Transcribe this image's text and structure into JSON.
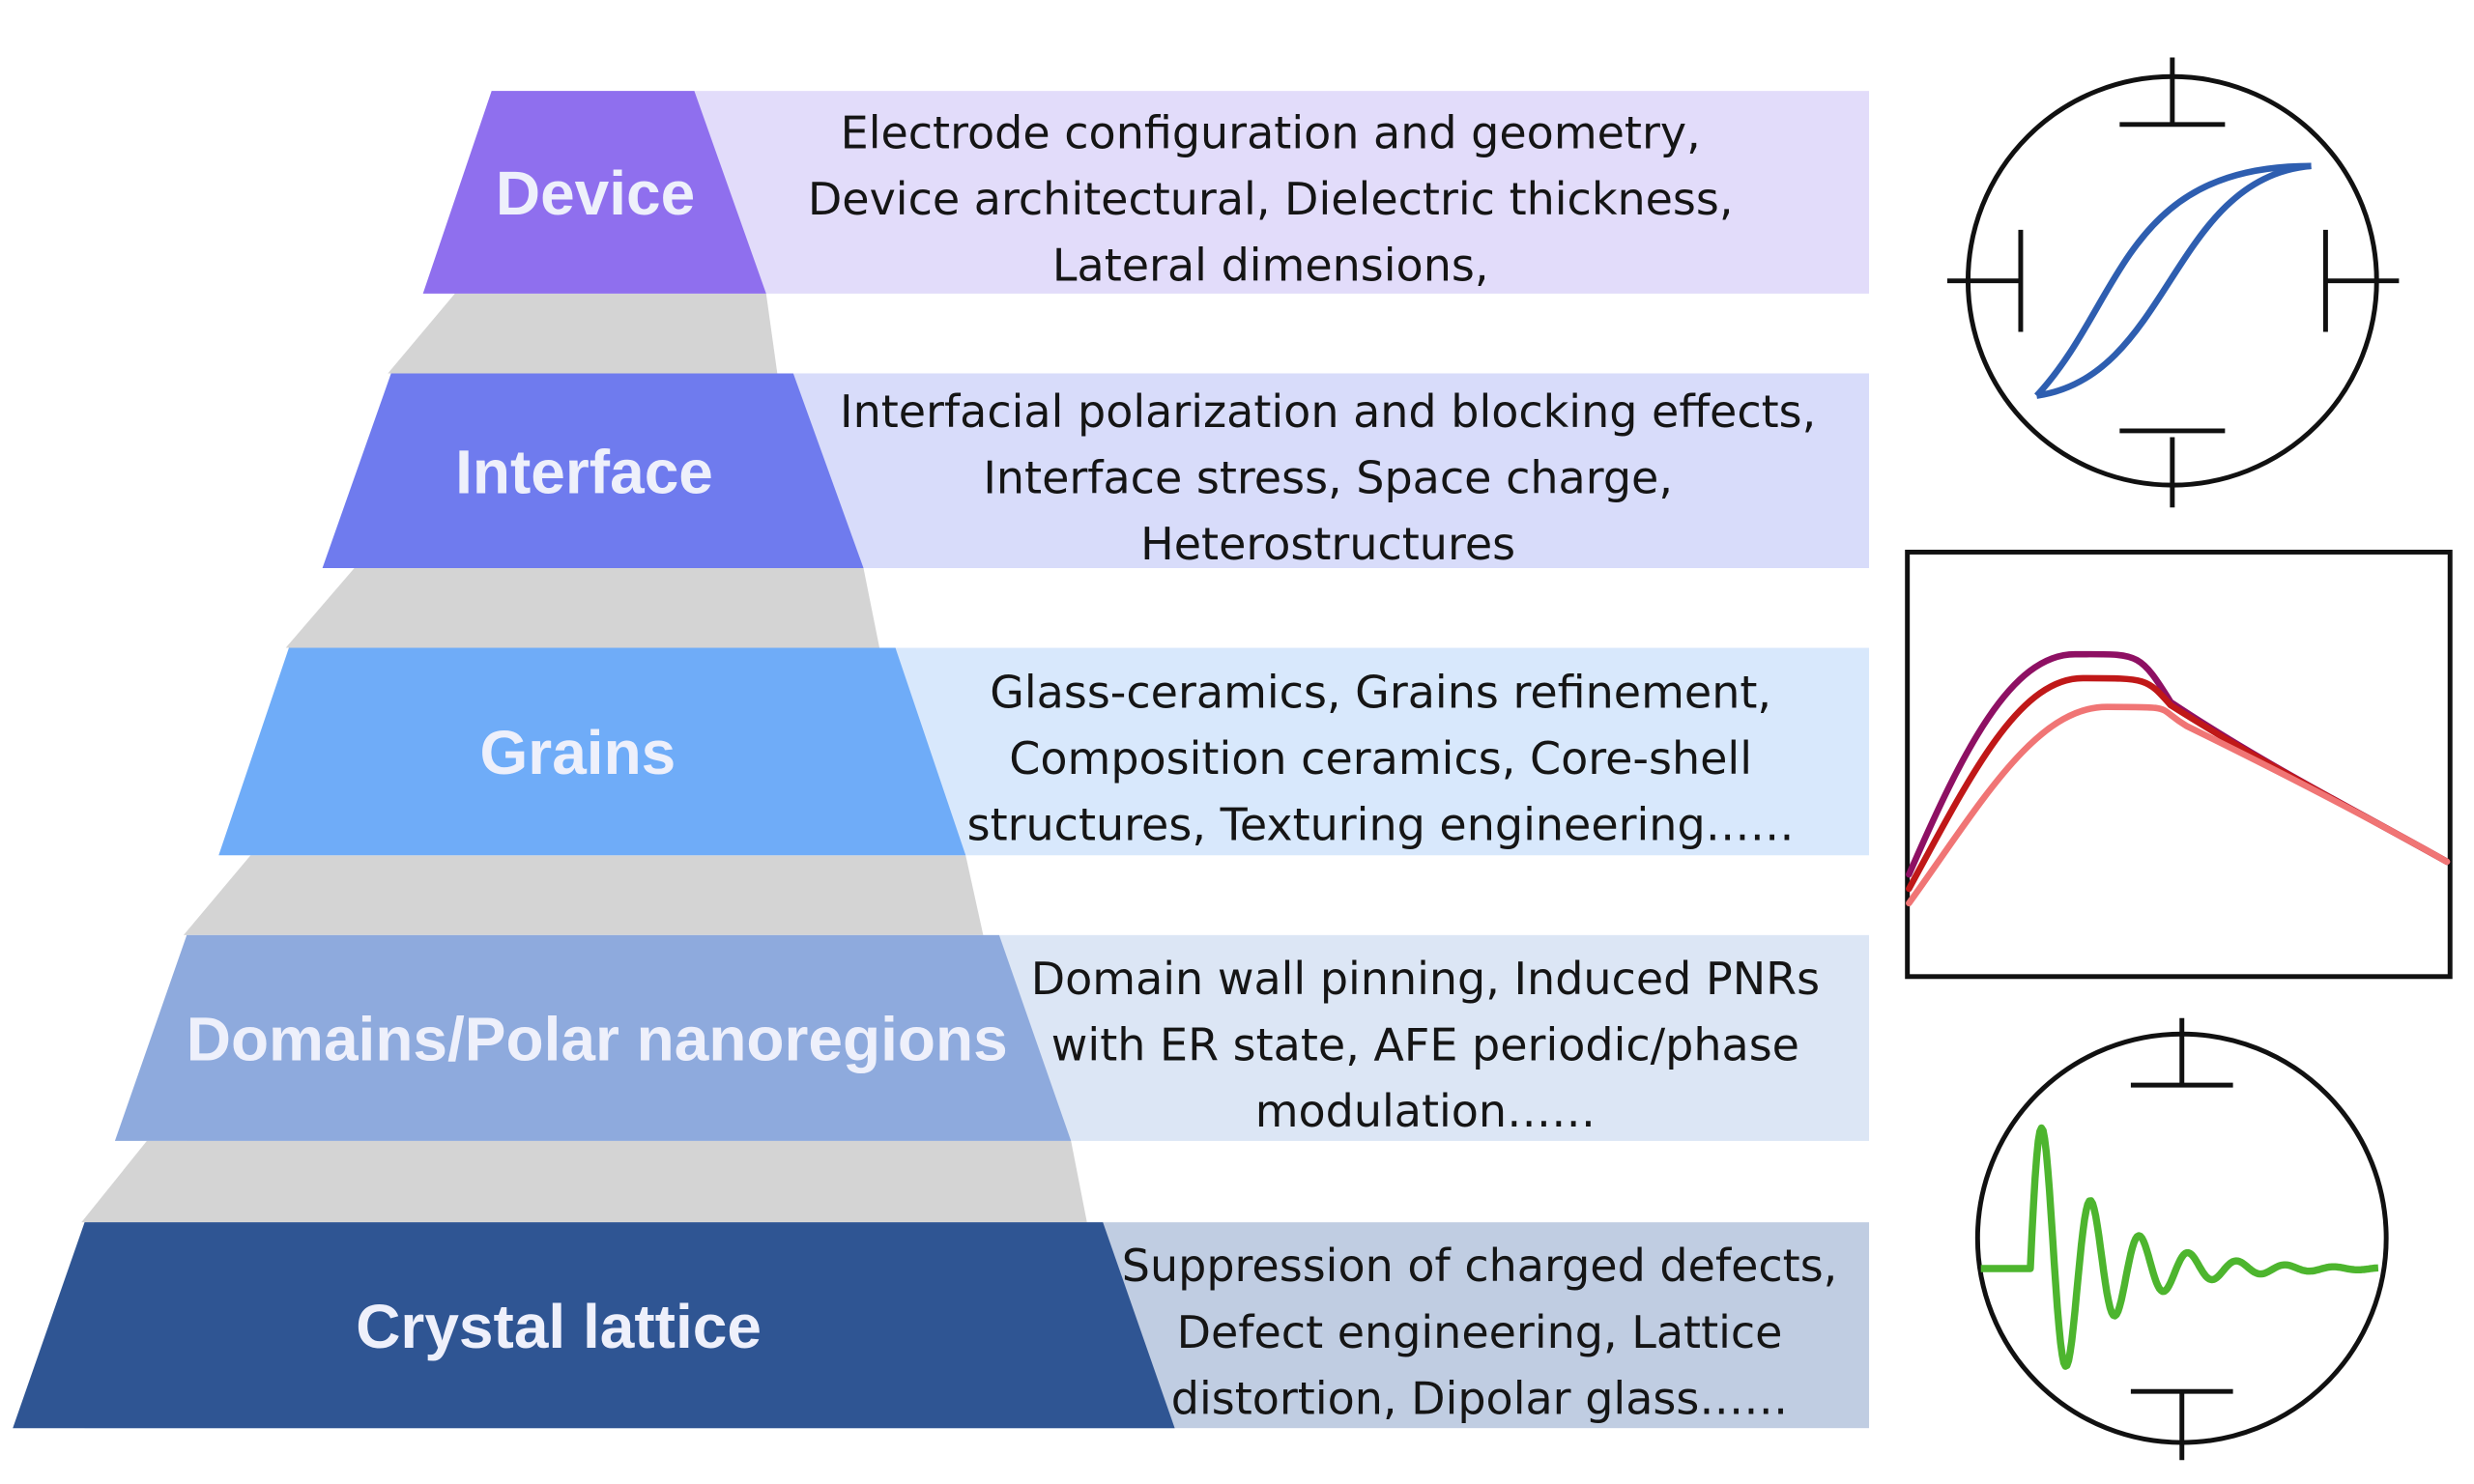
{
  "levels": [
    {
      "key": "device",
      "label": "Device",
      "color": "#8F6FEE",
      "panel_color": "#E2DCFA",
      "lines": [
        "Electrode configuration and geometry,",
        "Device architectural, Dielectric thickness,",
        "Lateral dimensions,"
      ]
    },
    {
      "key": "interface",
      "label": "Interface",
      "color": "#6F7BEE",
      "panel_color": "#D8DCFA",
      "lines": [
        "Interfacial polarization and blocking effects,",
        "Interface stress, Space charge,",
        "Heterostructures"
      ]
    },
    {
      "key": "grains",
      "label": "Grains",
      "color": "#6FACF8",
      "panel_color": "#D8E8FC",
      "lines": [
        "Glass-ceramics, Grains refinement,",
        "Composition ceramics, Core-shell",
        "structures, Texturing engineering……"
      ]
    },
    {
      "key": "domains",
      "label": "Domains/Polar nanoregions",
      "color": "#8EAADD",
      "panel_color": "#DCE6F5",
      "lines": [
        "Domain wall pinning, Induced PNRs",
        "with ER state, AFE periodic/phase",
        "modulation……"
      ]
    },
    {
      "key": "crystal",
      "label": "Crystal lattice",
      "color": "#2F5593",
      "panel_color": "#C0CDE2",
      "lines": [
        "Suppression of charged defects,",
        "Defect engineering, Lattice",
        "distortion, Dipolar glass……"
      ]
    }
  ],
  "connector_color": "#D4D4D4",
  "icons": {
    "hysteresis": {
      "name": "hysteresis-loop-icon",
      "curve_color": "#2E5EB0"
    },
    "peak_curves": {
      "name": "dielectric-peak-chart-icon",
      "curve_colors": [
        "#8E1063",
        "#C01818",
        "#F07575"
      ]
    },
    "oscillation": {
      "name": "damped-oscillation-icon",
      "curve_color": "#4DB52E"
    }
  }
}
